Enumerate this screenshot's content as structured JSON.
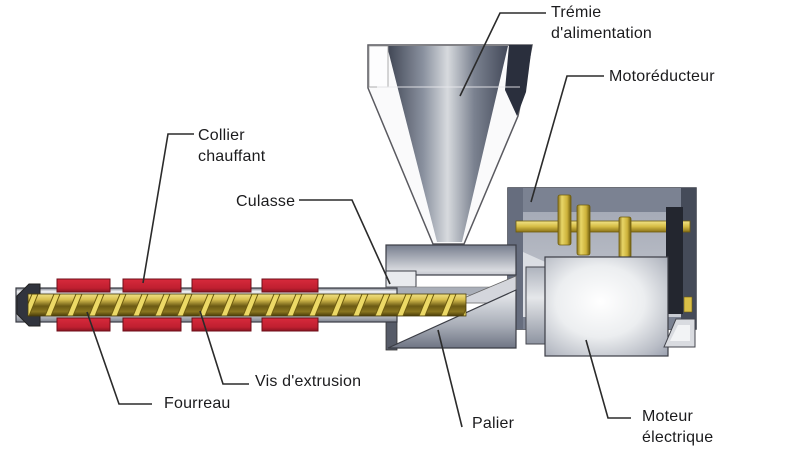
{
  "labels": {
    "tremie": {
      "line1": "Trémie",
      "line2": "d'alimentation"
    },
    "motoreducteur": {
      "line1": "Motoréducteur",
      "line2": ""
    },
    "collier": {
      "line1": "Collier",
      "line2": "chauffant"
    },
    "culasse": {
      "line1": "Culasse",
      "line2": ""
    },
    "vis": {
      "line1": "Vis d'extrusion",
      "line2": ""
    },
    "fourreau": {
      "line1": "Fourreau",
      "line2": ""
    },
    "palier": {
      "line1": "Palier",
      "line2": ""
    },
    "moteur": {
      "line1": "Moteur",
      "line2": "électrique"
    }
  },
  "colors": {
    "collar_red": "#c92133",
    "screw_yellow": "#d9bf47",
    "steel_light": "#d6d8dd",
    "steel_dark": "#3d4250",
    "leader_line": "#2b2b2b",
    "label_text": "#1b1b1d",
    "background": "#ffffff"
  }
}
